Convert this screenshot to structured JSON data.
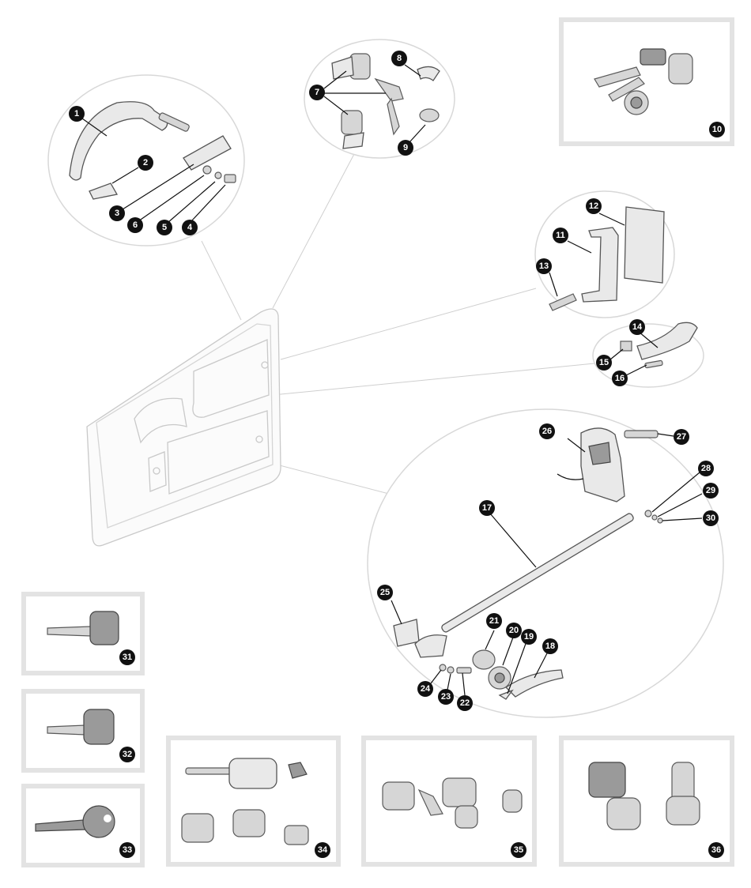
{
  "diagram": {
    "callouts": [
      "1",
      "2",
      "3",
      "4",
      "5",
      "6",
      "7",
      "8",
      "9",
      "10",
      "11",
      "12",
      "13",
      "14",
      "15",
      "16",
      "17",
      "18",
      "19",
      "20",
      "21",
      "22",
      "23",
      "24",
      "25",
      "26",
      "27",
      "28",
      "29",
      "30",
      "31",
      "32",
      "33",
      "34",
      "35",
      "36"
    ]
  }
}
